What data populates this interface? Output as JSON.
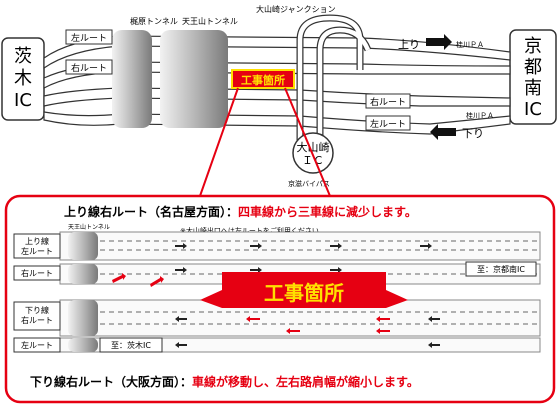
{
  "overview": {
    "left_ic": "茨木IC",
    "right_ic": "京都南IC",
    "tunnel_1": "梶原トンネル",
    "tunnel_2": "天王山トンネル",
    "junction": "大山崎ジャンクション",
    "oyamazaki_ic": "大山崎IC",
    "bypass": "京滋バイパス",
    "pa_top": "桂川ＰＡ",
    "pa_bottom": "桂川ＰＡ",
    "up_label": "上り",
    "down_label": "下り",
    "left_route_top": "左ルート",
    "right_route_top": "右ルート",
    "right_route_bottom": "右ルート",
    "left_route_bottom": "左ルート",
    "construction": "工事箇所"
  },
  "detail": {
    "title_prefix": "上り線右ルート（名古屋方面）：",
    "title_highlight": "四車線から三車線に減少します。",
    "tunnel": "天王山トンネル",
    "note": "※大山崎出口へは左ルートをご利用ください。",
    "label_up_left": "上り線 左ルート",
    "label_right": "右ルート",
    "label_down_right": "下り線 右ルート",
    "label_left": "左ルート",
    "to_kyoto": "至：京都南IC",
    "to_ibaraki": "至：茨木IC",
    "construction": "工事箇所",
    "bottom_prefix": "下り線右ルート（大阪方面）：",
    "bottom_highlight": "車線が移動し、左右路肩幅が縮小します。"
  },
  "colors": {
    "accent_red": "#e60012",
    "yellow": "#ffe000",
    "gray": "#9a9a9a"
  }
}
